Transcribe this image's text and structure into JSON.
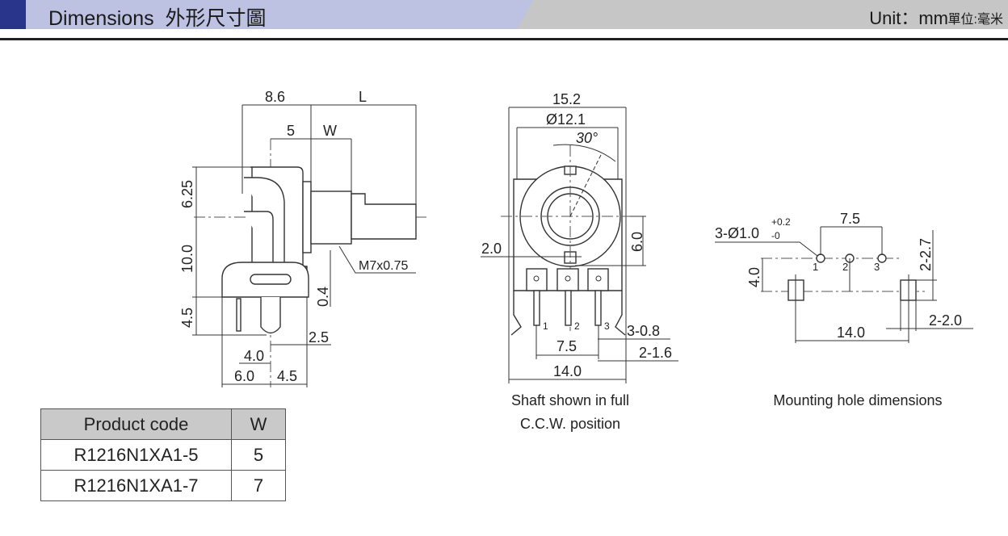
{
  "header": {
    "title": "Dimensions  外形尺寸圖",
    "unit": "Unit：mm",
    "unit_cn": "單位:毫米"
  },
  "side_view": {
    "dims": {
      "d8_6": "8.6",
      "L": "L",
      "d5": "5",
      "W": "W",
      "d6_25": "6.25",
      "d10_0": "10.0",
      "d4_5_v": "4.5",
      "d0_4": "0.4",
      "thread": "M7x0.75",
      "d2_5": "2.5",
      "d4_0": "4.0",
      "d6_0": "6.0",
      "d4_5_h": "4.5"
    }
  },
  "front_view": {
    "dims": {
      "d15_2": "15.2",
      "dia12_1": "Ø12.1",
      "angle": "30°",
      "d2_0": "2.0",
      "d6_0": "6.0",
      "d7_5": "7.5",
      "d14_0": "14.0",
      "d3_0_8": "3-0.8",
      "d2_1_6": "2-1.6"
    },
    "pins": [
      "1",
      "2",
      "3"
    ],
    "caption_line1": "Shaft shown in full",
    "caption_line2": "C.C.W. position"
  },
  "mounting_view": {
    "dims": {
      "holes": "3-Ø1.0",
      "tol_plus": "+0.2",
      "tol_minus": "-0",
      "d7_5": "7.5",
      "d4_0": "4.0",
      "d2_2_7": "2-2.7",
      "d2_2_0": "2-2.0",
      "d14_0": "14.0"
    },
    "pins": [
      "1",
      "2",
      "3"
    ],
    "caption": "Mounting hole dimensions"
  },
  "product_table": {
    "headers": [
      "Product code",
      "W"
    ],
    "rows": [
      [
        "R1216N1XA1-5",
        "5"
      ],
      [
        "R1216N1XA1-7",
        "7"
      ]
    ]
  }
}
